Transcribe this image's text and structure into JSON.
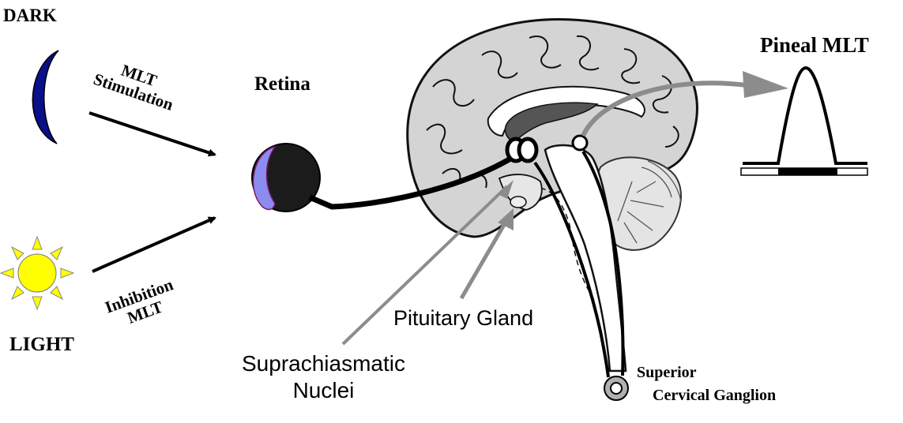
{
  "labels": {
    "dark": "DARK",
    "light": "LIGHT",
    "stim_line1": "MLT",
    "stim_line2": "Stimulation",
    "inhib_line1": "Inhibition",
    "inhib_line2": "MLT",
    "retina": "Retina",
    "pineal": "Pineal MLT",
    "pituitary": "Pituitary Gland",
    "scn_line1": "Suprachiasmatic",
    "scn_line2": "Nuclei",
    "scg_line1": "Superior",
    "scg_line2": "Cervical Ganglion"
  },
  "colors": {
    "moon": "#0a0f8a",
    "sun": "#ffff00",
    "brain": "#d4d4d4",
    "eye_lens": "#8c8cf0",
    "pointer_gray": "#8c8c8c"
  },
  "icons": {
    "moon": "crescent-moon-icon",
    "sun": "sun-icon",
    "eye": "eye-icon",
    "brain": "brain-sagittal-illustration"
  }
}
